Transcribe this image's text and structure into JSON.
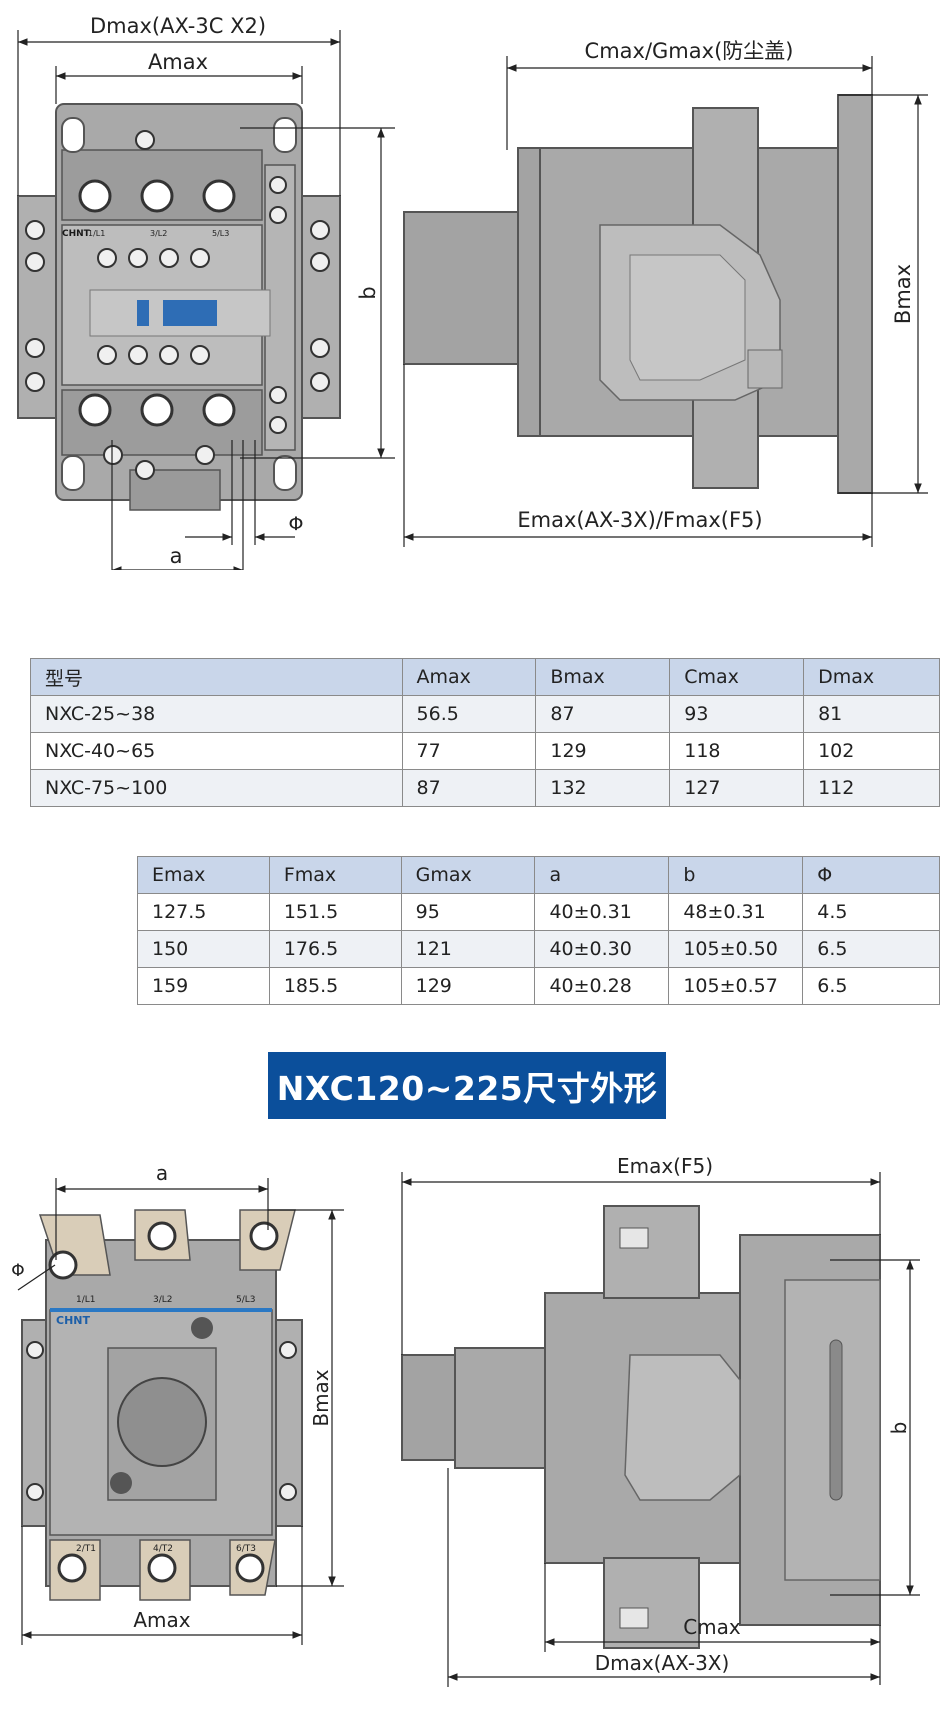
{
  "top_drawing": {
    "front_labels": {
      "dmax": "Dmax(AX-3C X2)",
      "amax": "Amax",
      "b": "b",
      "a": "a",
      "phi": "Φ"
    },
    "side_labels": {
      "cmax": "Cmax/Gmax(防尘盖)",
      "bmax": "Bmax",
      "emax": "Emax(AX-3X)/Fmax(F5)"
    },
    "terminals_top": [
      "1/L1",
      "3/L2",
      "5/L3"
    ],
    "logo": "CHNT"
  },
  "table1": {
    "headers": [
      "型号",
      "Amax",
      "Bmax",
      "Cmax",
      "Dmax"
    ],
    "rows": [
      [
        "NXC-25~38",
        "56.5",
        "87",
        "93",
        "81"
      ],
      [
        "NXC-40~65",
        "77",
        "129",
        "118",
        "102"
      ],
      [
        "NXC-75~100",
        "87",
        "132",
        "127",
        "112"
      ]
    ]
  },
  "table2": {
    "headers": [
      "Emax",
      "Fmax",
      "Gmax",
      "a",
      "b",
      "Φ"
    ],
    "rows": [
      [
        "127.5",
        "151.5",
        "95",
        "40±0.31",
        "48±0.31",
        "4.5"
      ],
      [
        "150",
        "176.5",
        "121",
        "40±0.30",
        "105±0.50",
        "6.5"
      ],
      [
        "159",
        "185.5",
        "129",
        "40±0.28",
        "105±0.57",
        "6.5"
      ]
    ]
  },
  "banner": {
    "text": "NXC120~225尺寸外形"
  },
  "bottom_drawing": {
    "front_labels": {
      "a": "a",
      "phi": "Φ",
      "bmax": "Bmax",
      "amax": "Amax",
      "logo": "CHNT",
      "terminals_top": [
        "1/L1",
        "3/L2",
        "5/L3"
      ],
      "terminals_bottom": [
        "2/T1",
        "4/T2",
        "6/T3"
      ]
    },
    "side_labels": {
      "emax": "Emax(F5)",
      "b": "b",
      "cmax": "Cmax",
      "dmax": "Dmax(AX-3X)"
    }
  },
  "colors": {
    "body_gray": "#a9a9a9",
    "dark_gray": "#4a4a4a",
    "banner_blue": "#0b4f9b",
    "header_blue": "#c9d6ea",
    "row_gray": "#eef1f5",
    "logo_blue": "#2a78c4",
    "terminal_tan": "#d9cdb8"
  }
}
